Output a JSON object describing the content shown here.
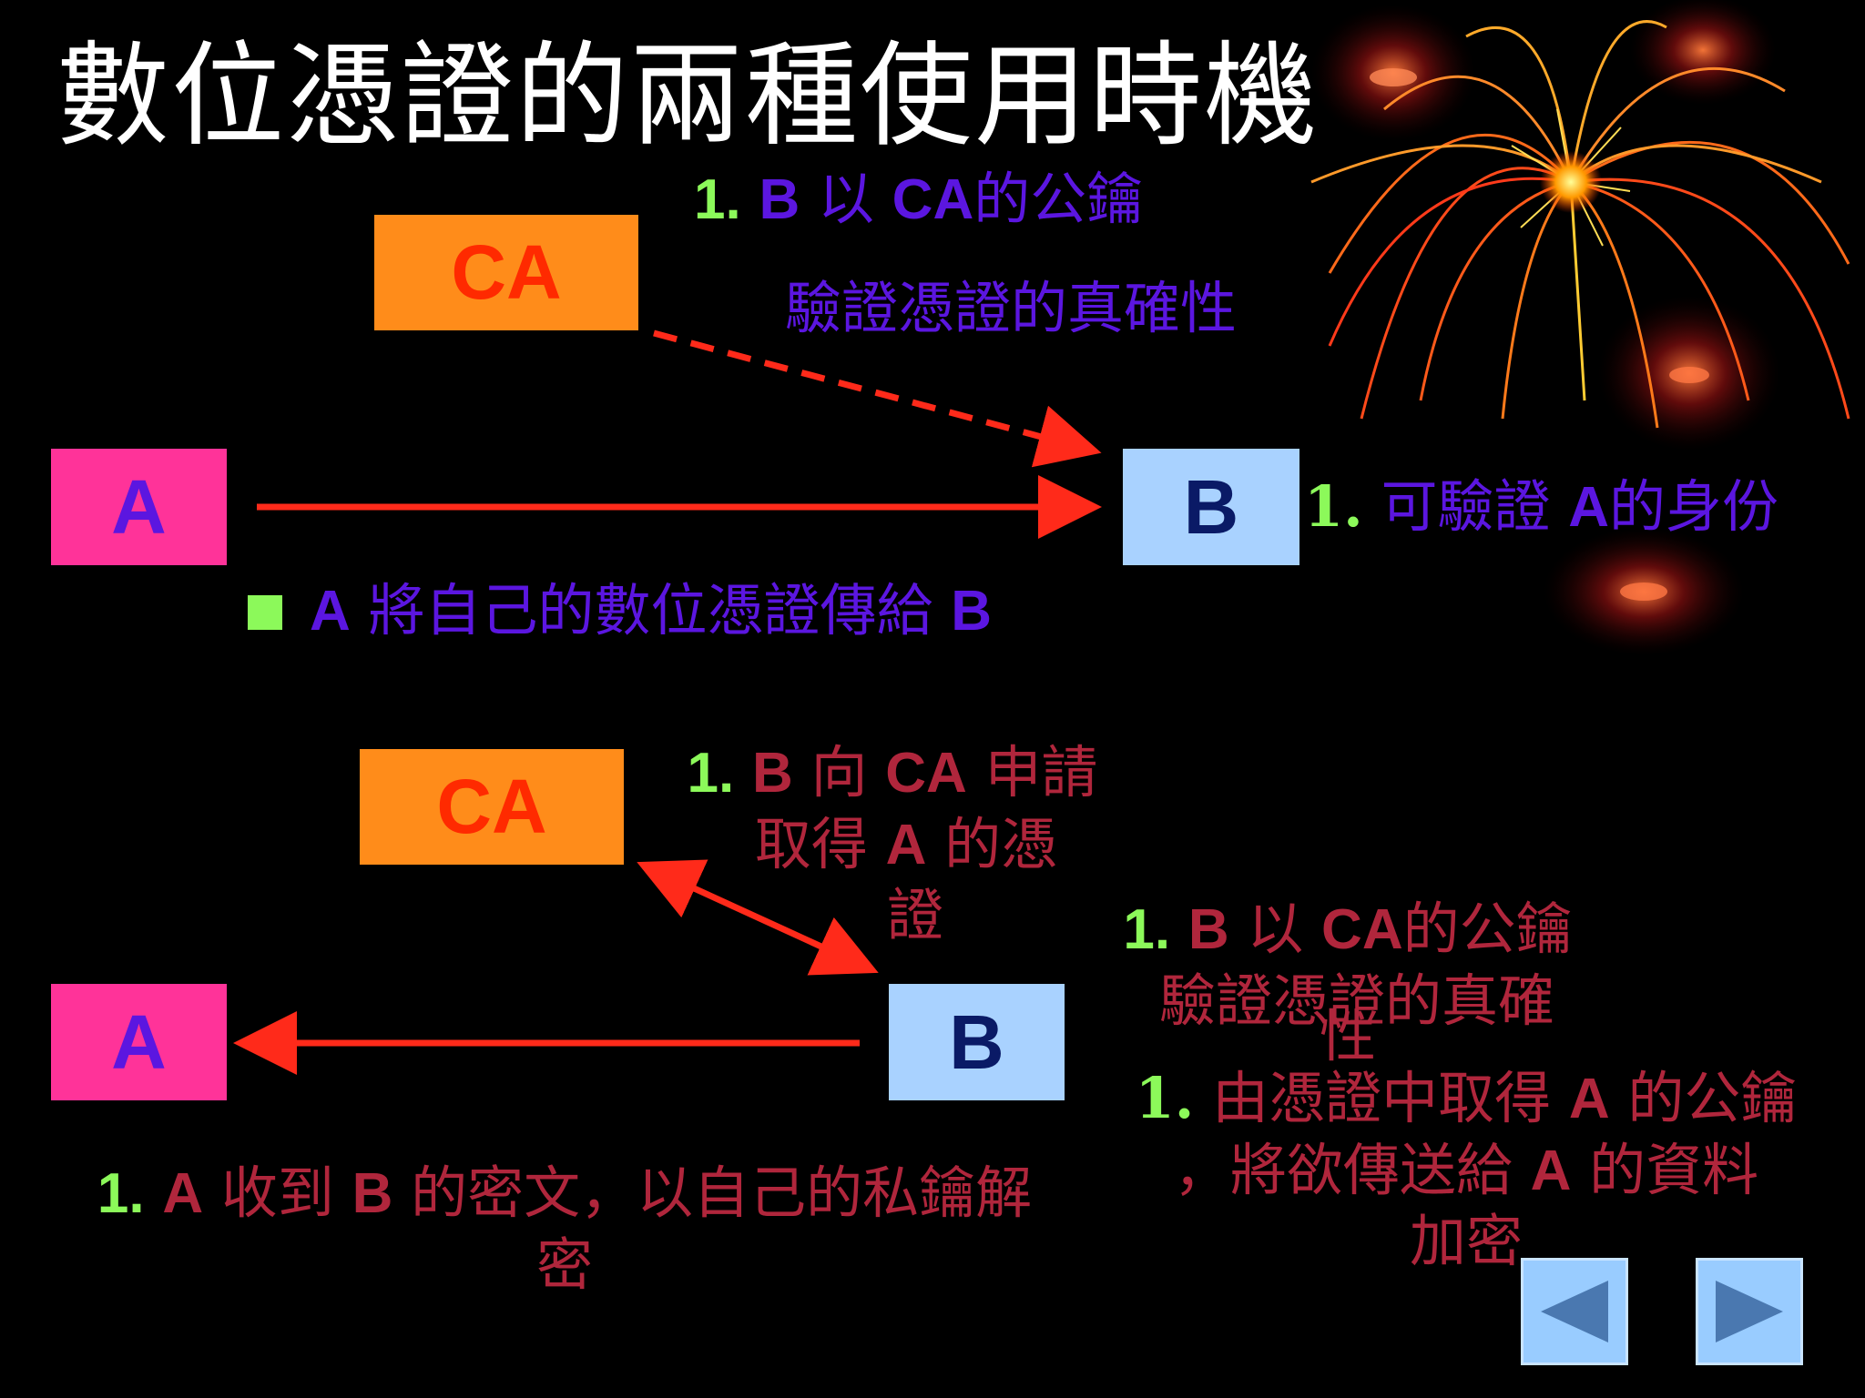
{
  "title": "數位憑證的兩種使用時機",
  "scenario1": {
    "box_ca": "CA",
    "box_a": "A",
    "box_b": "B",
    "note_num": "1.",
    "note_b": "B",
    "note_mid": "以",
    "note_ca": "CA",
    "note_end": "的公鑰",
    "note_line2": "驗證憑證的真確性",
    "right_num": "1.",
    "right_pre": "可驗證",
    "right_a": "A",
    "right_end": "的身份",
    "bullet_a": "A",
    "bullet_mid": "將自己的數位憑證傳給",
    "bullet_b": "B"
  },
  "scenario2": {
    "box_ca": "CA",
    "box_a": "A",
    "box_b": "B",
    "request": {
      "num": "1.",
      "b": "B",
      "mid": "向",
      "ca": "CA",
      "end": "申請",
      "l2_pre": "取得",
      "l2_a": "A",
      "l2_end": "的憑",
      "l3": "證"
    },
    "verify": {
      "num": "1.",
      "b": "B",
      "mid": "以",
      "ca": "CA",
      "end": "的公鑰",
      "l2": "驗證憑證的真確",
      "l3": "性"
    },
    "encrypt": {
      "num": "1.",
      "pre": "由憑證中取得",
      "a": "A",
      "end": "的公鑰",
      "l2_pre": "，將欲傳送給",
      "l2_a": "A",
      "l2_end": "的資料",
      "l3": "加密"
    },
    "decrypt": {
      "num": "1.",
      "a": "A",
      "mid": "收到",
      "b": "B",
      "end": "的密文，以自己的私鑰解",
      "l2": "密"
    }
  },
  "nav": {
    "prev_icon": "triangle-left-icon",
    "next_icon": "triangle-right-icon"
  },
  "colors": {
    "background": "#000000",
    "ca_box": "#ff8c1a",
    "a_box": "#ff3399",
    "b_box": "#a9d2ff",
    "arrow": "#ff2a1a",
    "number_green": "#8cf95a",
    "purple_text": "#5b16e0",
    "crimson_text": "#b0263c"
  }
}
